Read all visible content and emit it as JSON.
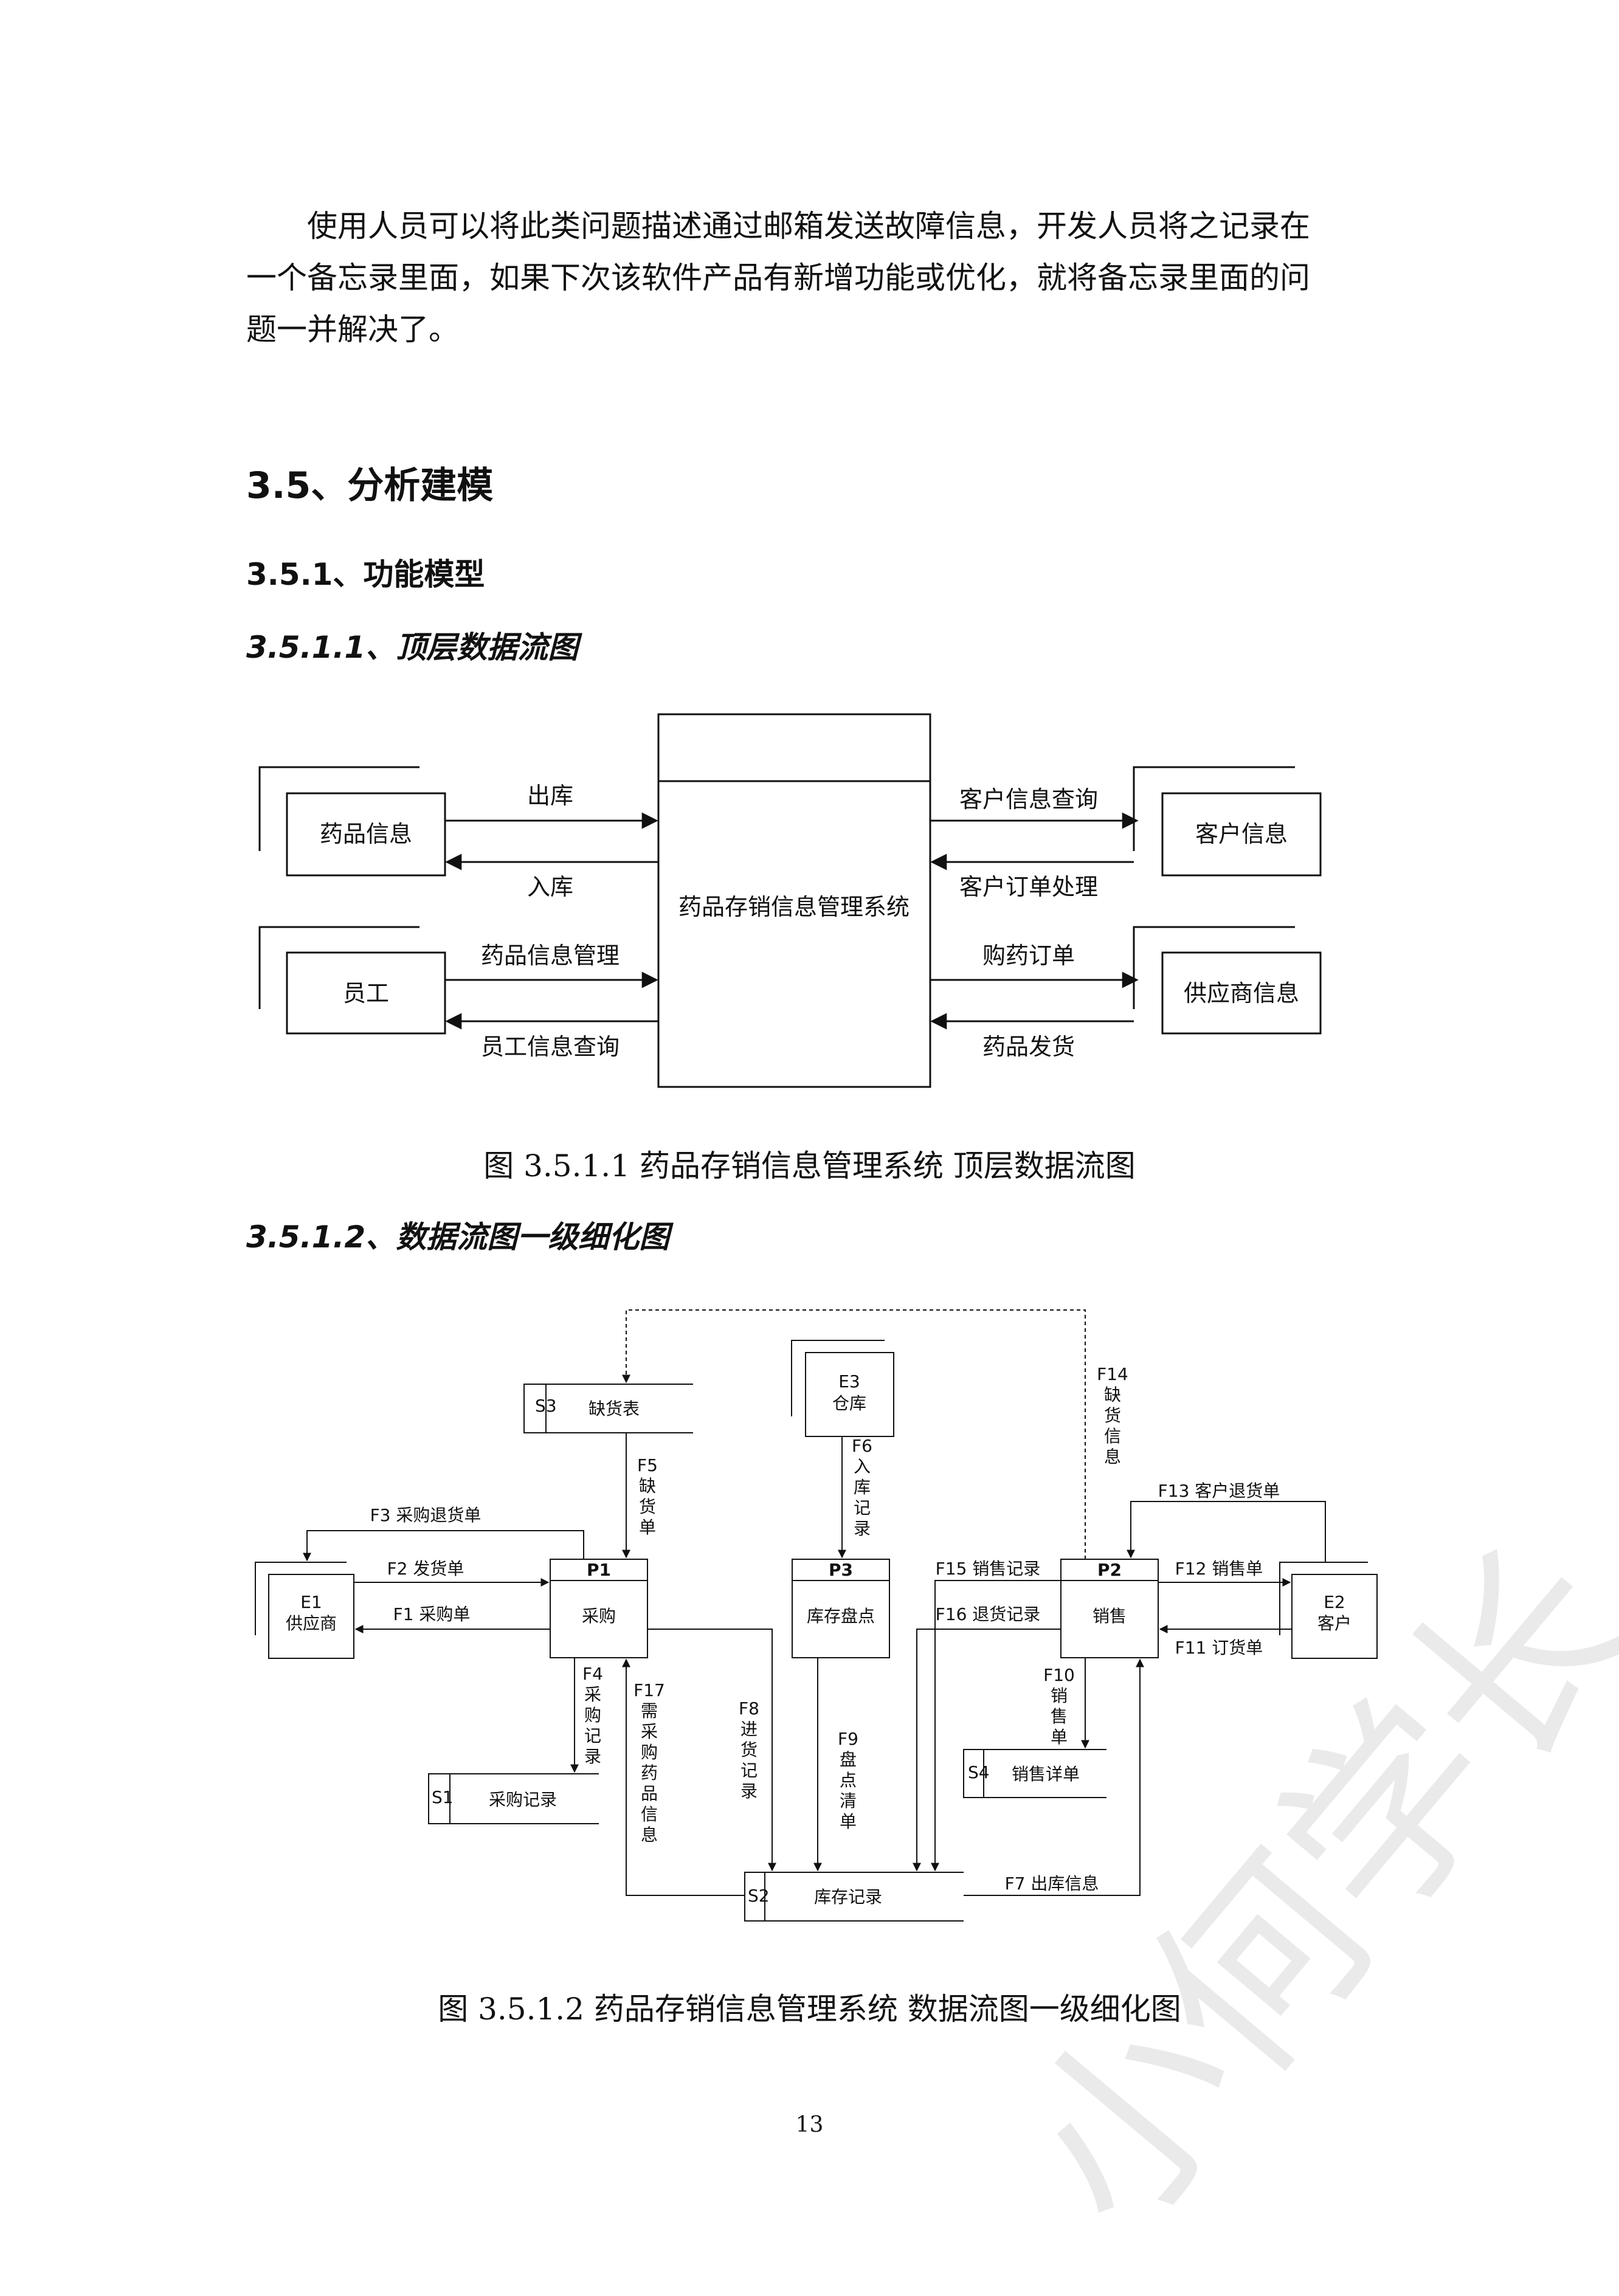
{
  "intro": {
    "line1": "使用人员可以将此类问题描述通过邮箱发送故障信息，开发人员将之记录在",
    "line2": "一个备忘录里面，如果下次该软件产品有新增功能或优化，就将备忘录里面的问",
    "line3": "题一并解决了。"
  },
  "headings": {
    "h2": "3.5、分析建模",
    "h3": "3.5.1、功能模型",
    "h4_a": "3.5.1.1、顶层数据流图",
    "h4_b": "3.5.1.2、数据流图一级细化图"
  },
  "diagram1": {
    "system": "药品存销信息管理系统",
    "entities": {
      "drug_info": "药品信息",
      "employee": "员工",
      "customer_info": "客户信息",
      "supplier_info": "供应商信息"
    },
    "flows": {
      "out_stock": "出库",
      "in_stock": "入库",
      "drug_mgmt": "药品信息管理",
      "emp_query": "员工信息查询",
      "cust_query": "客户信息查询",
      "cust_order": "客户订单处理",
      "purchase_order": "购药订单",
      "drug_ship": "药品发货"
    }
  },
  "caption1": "图 3.5.1.1  药品存销信息管理系统  顶层数据流图",
  "diagram2": {
    "nodes": {
      "s3_id": "S3",
      "s3": "缺货表",
      "e3_id": "E3",
      "e3": "仓库",
      "e1_id": "E1",
      "e1": "供应商",
      "p1_id": "P1",
      "p1": "采购",
      "p3_id": "P3",
      "p3": "库存盘点",
      "p2_id": "P2",
      "p2": "销售",
      "e2_id": "E2",
      "e2": "客户",
      "s1_id": "S1",
      "s1": "采购记录",
      "s4_id": "S4",
      "s4": "销售详单",
      "s2_id": "S2",
      "s2": "库存记录"
    },
    "flows": {
      "f1": "F1 采购单",
      "f2": "F2 发货单",
      "f3": "F3 采购退货单",
      "f4_id": "F4",
      "f4": [
        "采",
        "购",
        "记",
        "录"
      ],
      "f5_id": "F5",
      "f5": [
        "缺",
        "货",
        "单"
      ],
      "f6_id": "F6",
      "f6": [
        "入",
        "库",
        "记",
        "录"
      ],
      "f7": "F7 出库信息",
      "f8_id": "F8",
      "f8": [
        "进",
        "货",
        "记",
        "录"
      ],
      "f9_id": "F9",
      "f9": [
        "盘",
        "点",
        "清",
        "单"
      ],
      "f10_id": "F10",
      "f10": [
        "销",
        "售",
        "单"
      ],
      "f11": "F11 订货单",
      "f12": "F12 销售单",
      "f13": "F13 客户退货单",
      "f14_id": "F14",
      "f14": [
        "缺",
        "货",
        "信",
        "息"
      ],
      "f15": "F15 销售记录",
      "f16": "F16 退货记录",
      "f17_id": "F17",
      "f17": [
        "需",
        "采",
        "购",
        "药",
        "品",
        "信",
        "息"
      ]
    }
  },
  "caption2": "图 3.5.1.2  药品存销信息管理系统  数据流图一级细化图",
  "page_number": "13",
  "watermark": "小何学长"
}
